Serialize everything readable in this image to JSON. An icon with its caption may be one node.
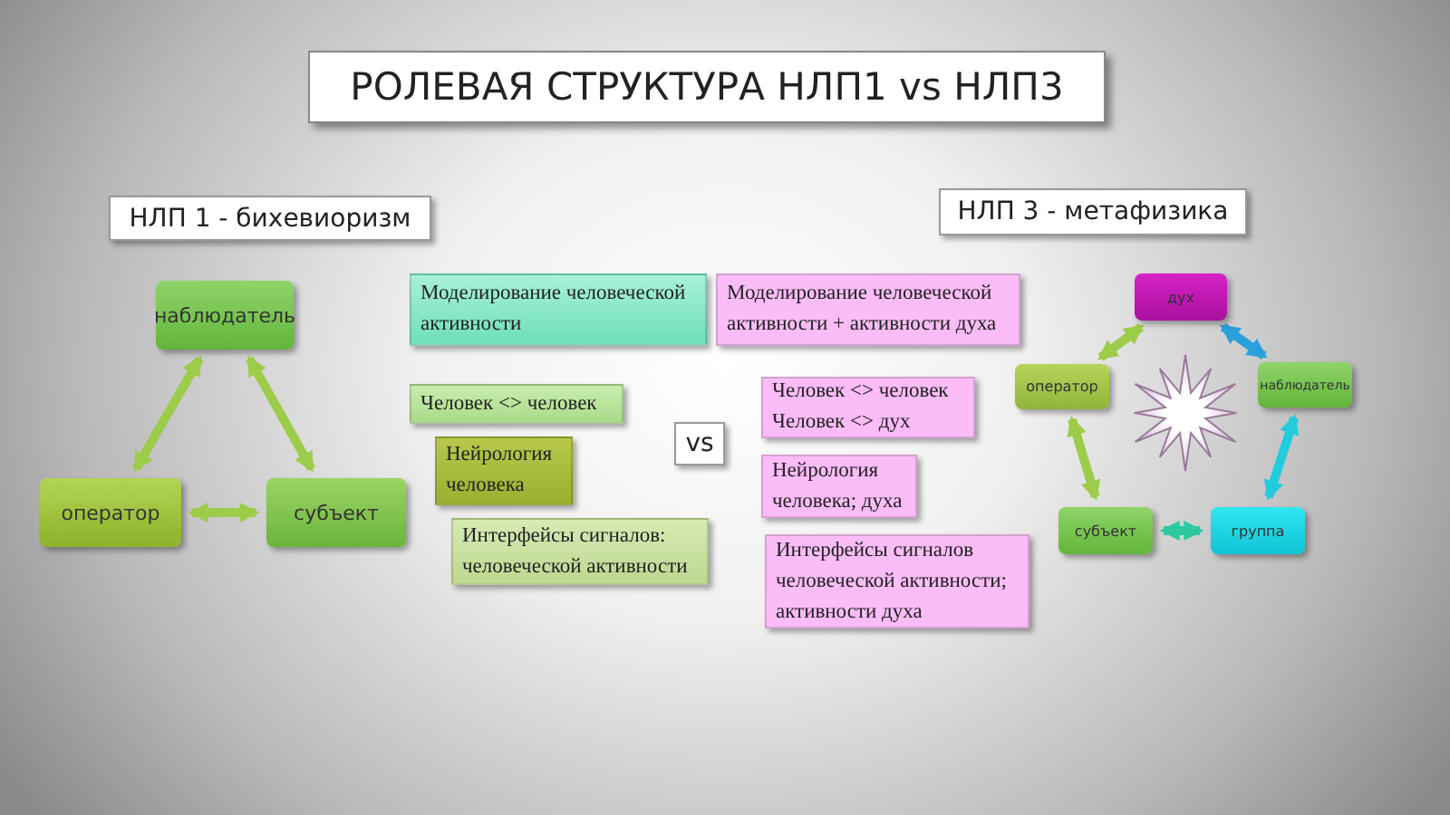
{
  "diagram": {
    "title": "РОЛЕВАЯ СТРУКТУРА НЛП1 vs НЛП3",
    "nodes": [
      {
        "text": [
          "НЛП 1 - бихевиоризм"
        ]
      },
      {
        "text": [
          "наблюдатель"
        ]
      },
      {
        "text": [
          "оператор"
        ]
      },
      {
        "text": [
          "субъект"
        ]
      },
      {
        "text": [
          "Моделирование человеческой активности"
        ]
      },
      {
        "text": [
          "Человек <> человек"
        ]
      },
      {
        "text": [
          "Нейрология человека"
        ]
      },
      {
        "text": [
          "Интерфейсы сигналов: человеческой активности"
        ]
      },
      {
        "text": [
          "vs"
        ]
      },
      {
        "text": [
          "НЛП 3 - метафизика"
        ]
      },
      {
        "text": [
          "Моделирование человеческой активности + активности духа"
        ]
      },
      {
        "text": [
          "Человек <> человек",
          "Человек <> дух"
        ]
      },
      {
        "text": [
          "Нейрология человека; духа"
        ]
      },
      {
        "text": [
          "Интерфейсы сигналов человеческой активности; активности духа"
        ]
      },
      {
        "text": [
          "дух"
        ]
      },
      {
        "text": [
          "оператор"
        ]
      },
      {
        "text": [
          "наблюдатель"
        ]
      },
      {
        "text": [
          "субъект"
        ]
      },
      {
        "text": [
          "группа"
        ]
      }
    ],
    "edges": [
      {
        "from": 1,
        "to": 2,
        "arrow": "both"
      },
      {
        "from": 1,
        "to": 3,
        "arrow": "both"
      },
      {
        "from": 2,
        "to": 3,
        "arrow": "both"
      },
      {
        "from": 14,
        "to": 15,
        "arrow": "both"
      },
      {
        "from": 14,
        "to": 16,
        "arrow": "both",
        "color": "#2aa0dc"
      },
      {
        "from": 16,
        "to": 18,
        "arrow": "both",
        "color": "#22ccdd"
      },
      {
        "from": 18,
        "to": 17,
        "arrow": "both",
        "color": "#2cc8a0"
      },
      {
        "from": 17,
        "to": 15,
        "arrow": "both"
      }
    ]
  }
}
